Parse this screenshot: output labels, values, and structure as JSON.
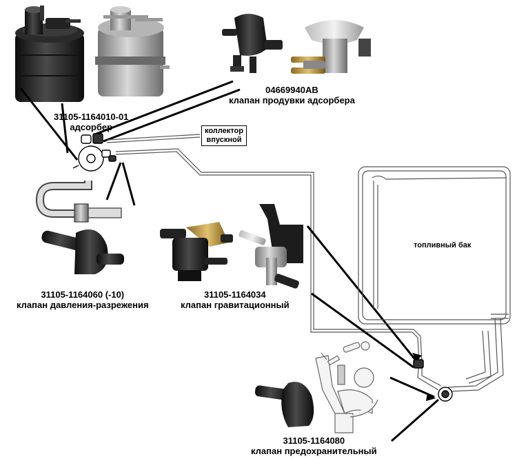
{
  "labels": {
    "adsorber": {
      "part_no": "31105-1164010-01",
      "name": "адсорбер"
    },
    "purge_valve": {
      "part_no": "04669940AB",
      "name": "клапан продувки адсорбера"
    },
    "intake_manifold": {
      "line1": "коллектор",
      "line2": "впускной"
    },
    "pressure_valve": {
      "part_no": "31105-1164060 (-10)",
      "name": "клапан давления-разрежения"
    },
    "gravity_valve": {
      "part_no": "31105-1164034",
      "name": "клапан гравитационный"
    },
    "fuel_tank": {
      "name": "топливный бак"
    },
    "safety_valve": {
      "part_no": "31105-1164080",
      "name": "клапан предохранительный"
    }
  },
  "colors": {
    "line": "#000000",
    "pipe": "#555555",
    "dark_part": "#1a1a1a",
    "metal_part": "#9a9a9a",
    "bracket": "#b8933a"
  }
}
